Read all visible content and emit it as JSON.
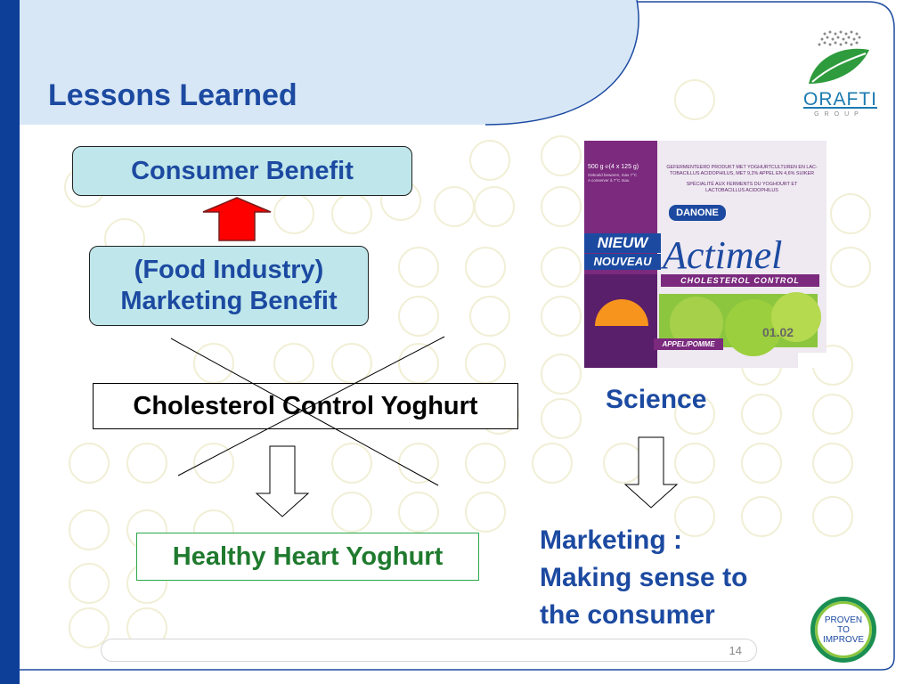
{
  "title": "Lessons Learned",
  "boxes": {
    "consumer_benefit": "Consumer Benefit",
    "marketing_benefit_line1": "(Food Industry)",
    "marketing_benefit_line2": "Marketing Benefit",
    "cholesterol_control": "Cholesterol Control Yoghurt",
    "healthy_heart": "Healthy Heart Yoghurt"
  },
  "right": {
    "science": "Science",
    "marketing_line1": "Marketing :",
    "marketing_line2": "Making sense to",
    "marketing_line3": "the consumer"
  },
  "product": {
    "weight": "500 g ℮(4 x 125 g)",
    "storage": "Gekoeld bewaren, max 7°C\nA conserver à 7°C max.",
    "description_nl": "GEFERMENTEERD PRODUKT MET YOGHURTCULTUREN EN LAC-\nTOBACILLUS ACIDOPHILUS, MET 9,2% APPEL EN 4,6% SUIKER",
    "description_fr": "SPÉCIALITÉ AUX FERMENTS DU YOGHOURT ET\nLACTOBACILLUS ACIDOPHILUS",
    "brand": "DANONE",
    "nieuw": "NIEUW",
    "nouveau": "NOUVEAU",
    "name": "Actimel",
    "subtitle": "CHOLESTEROL CONTROL",
    "flavour": "APPEL/POMME",
    "date": "01.02"
  },
  "logo": {
    "name": "ORAFTI",
    "group": "GROUP"
  },
  "badge": {
    "line1": "PROVEN",
    "line2": "TO",
    "line3": "IMPROVE"
  },
  "slide_number": "14",
  "colors": {
    "title_blue": "#1c4aa1",
    "box_fill": "#bfe6ea",
    "arrow_red": "#ff0000",
    "green_text": "#1f7a2e",
    "side_bar": "#0d3f99"
  }
}
